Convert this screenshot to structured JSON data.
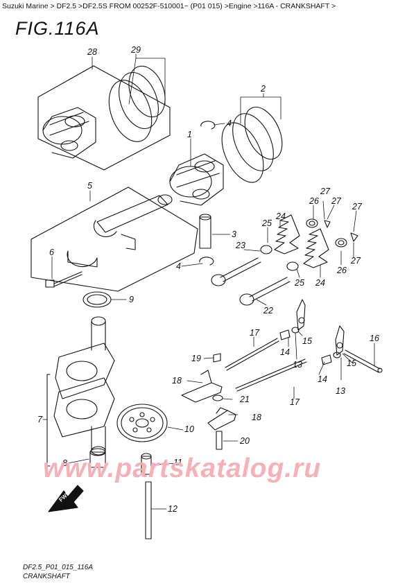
{
  "breadcrumb": "Suzuki Marine > DF2.5 >DF2.5S FROM 00252F-510001~ (P01 015) >Engine >116A - CRANKSHAFT >",
  "figure_title": "FIG.116A",
  "callouts": {
    "c1": "1",
    "c2": "2",
    "c3": "3",
    "c4a": "4",
    "c4b": "4",
    "c5": "5",
    "c6": "6",
    "c7": "7",
    "c8": "8",
    "c9": "9",
    "c10": "10",
    "c11": "11",
    "c12": "12",
    "c13a": "13",
    "c13b": "13",
    "c14a": "14",
    "c14b": "14",
    "c15a": "15",
    "c15b": "15",
    "c16": "16",
    "c17a": "17",
    "c17b": "17",
    "c18a": "18",
    "c18b": "18",
    "c19": "19",
    "c20": "20",
    "c21": "21",
    "c22": "22",
    "c23": "23",
    "c24a": "24",
    "c24b": "24",
    "c25a": "25",
    "c25b": "25",
    "c26a": "26",
    "c26b": "26",
    "c27a": "27",
    "c27b": "27",
    "c27c": "27",
    "c27d": "27",
    "c28": "28",
    "c29": "29"
  },
  "fwd_label": "FWD",
  "watermark": "www.partskatalog.ru",
  "footer_code": "DF2.5_P01_015_116A",
  "footer_name": "CRANKSHAFT"
}
